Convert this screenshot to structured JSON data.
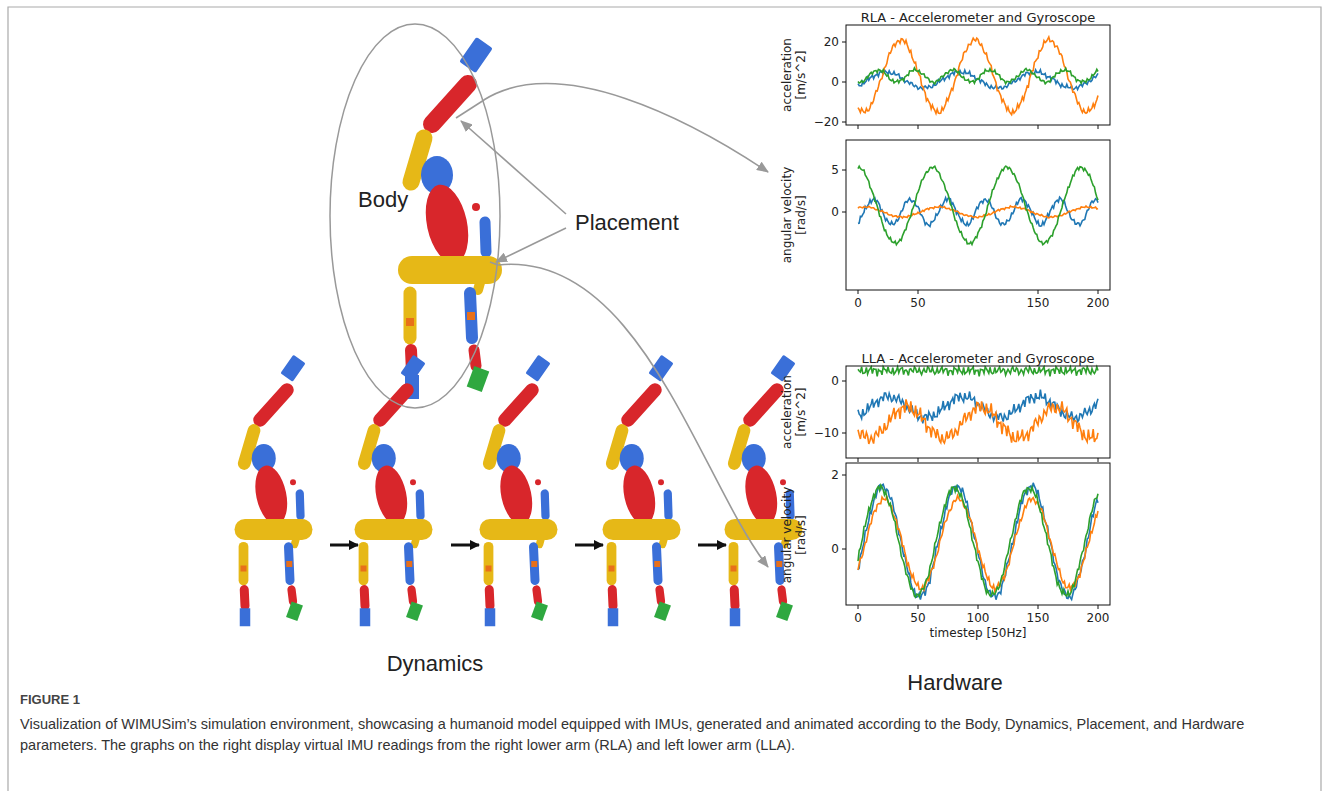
{
  "diagram": {
    "title": "FIGURE 1",
    "caption": "Visualization of WIMUSim’s simulation environment, showcasing a humanoid model equipped with IMUs, generated and animated according to the Body, Dynamics, Placement, and Hardware parameters. The graphs on the right display virtual IMU readings from the right lower arm (RLA) and left lower arm (LLA).",
    "nodes": [
      {
        "text": [
          "Body"
        ]
      },
      {
        "text": [
          "RLA - Accelerometer and Gyroscope"
        ]
      },
      {
        "text": [
          "LLA - Accelerometer and Gyroscope"
        ]
      }
    ],
    "edges": [
      {
        "from": 0,
        "to": 1,
        "arrow": "to"
      },
      {
        "from": 0,
        "to": 2,
        "arrow": "to"
      }
    ],
    "labels": [
      "Placement",
      "Dynamics",
      "Hardware",
      "acceleration [m/s^2]",
      "angular velocity [rad/s]",
      "20",
      "0",
      "−20",
      "5",
      "0",
      "0",
      "50",
      "150",
      "200",
      "acceleration [m/s^2]",
      "angular velocity [rad/s]",
      "0",
      "−10",
      "2",
      "0",
      "0",
      "50",
      "100",
      "150",
      "200",
      "timestep [50Hz]"
    ]
  }
}
